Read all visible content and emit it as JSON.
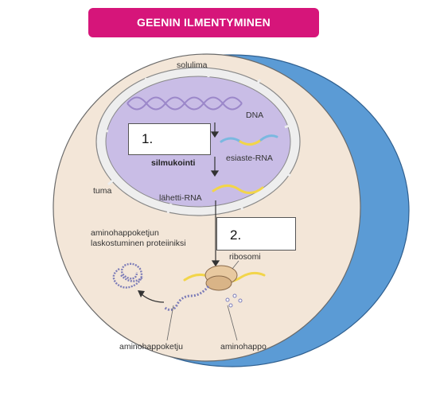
{
  "title": "GEENIN ILMENTYMINEN",
  "labels": {
    "cytoplasm": "solulima",
    "dna": "DNA",
    "pre_rna": "esiaste-RNA",
    "splicing": "silmukointi",
    "nucleus": "tuma",
    "mrna": "lähetti-RNA",
    "folding_line1": "aminohappoketjun",
    "folding_line2": "laskostuminen proteiiniksi",
    "ribosome": "ribosomi",
    "chain": "aminohappoketju",
    "amino_acid": "aminohappo"
  },
  "answer_boxes": {
    "box1": "1.",
    "box2": "2."
  },
  "colors": {
    "banner": "#d6157a",
    "cytoplasm": "#f3e6d8",
    "membrane_blue": "#5b9bd5",
    "nucleus": "#c9bde6",
    "dna": "#9b87c9",
    "pre_rna_blue": "#7ab8e0",
    "pre_rna_yellow": "#f2d54a",
    "ribosome": "#e8c9a0",
    "protein": "#7d7db8"
  }
}
